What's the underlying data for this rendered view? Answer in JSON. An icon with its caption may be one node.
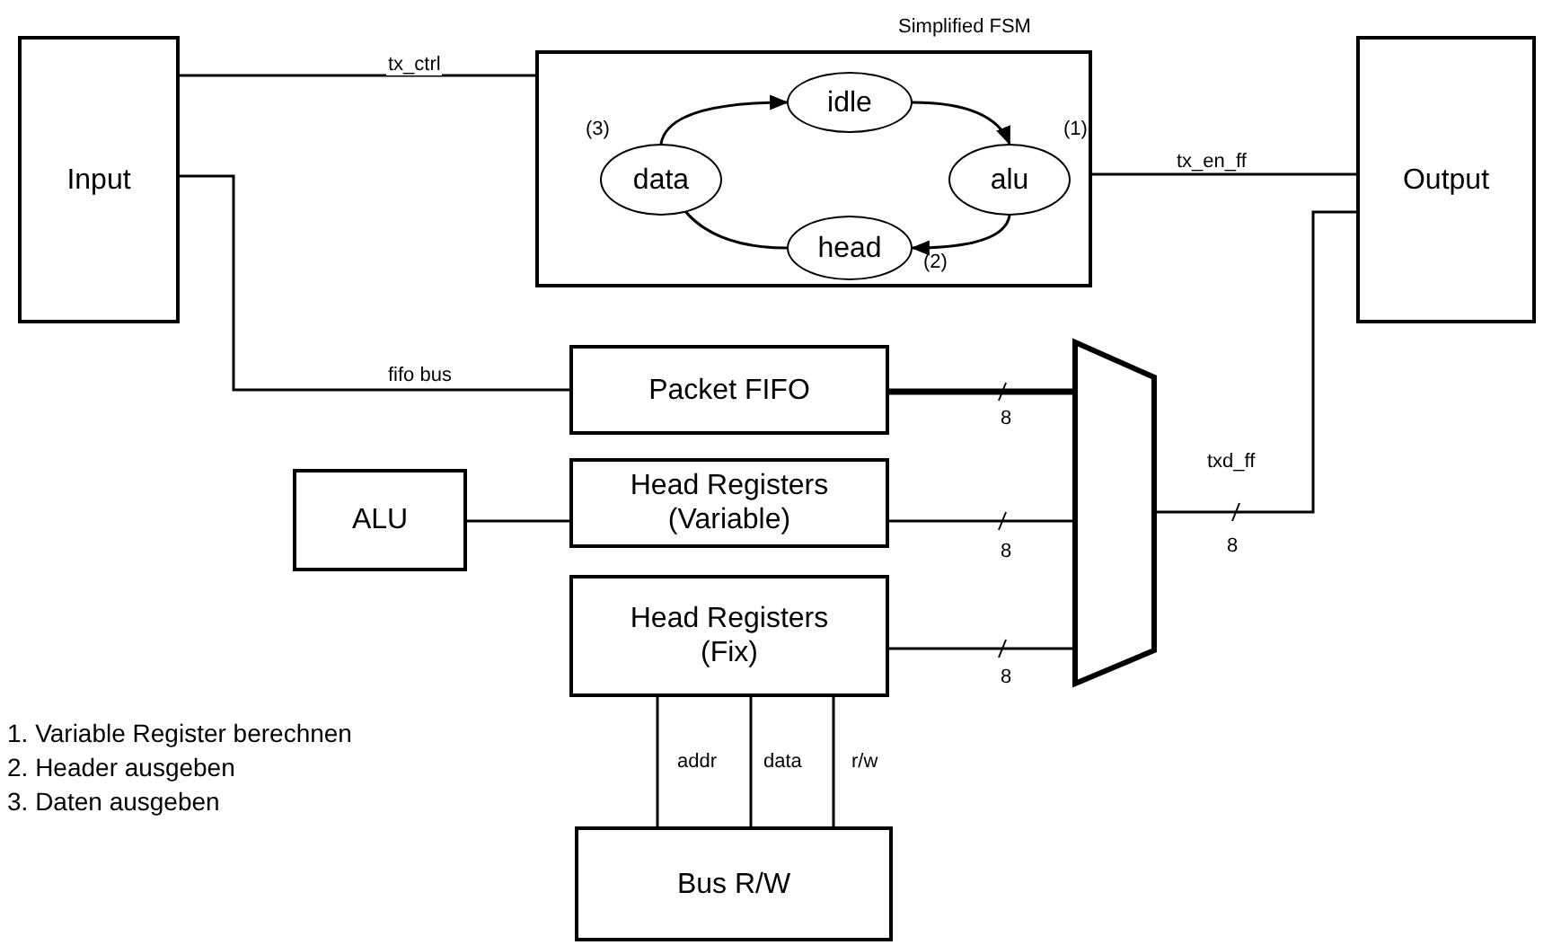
{
  "diagram": {
    "nodes": [
      {
        "text": [
          "Input"
        ]
      },
      {
        "text": [],
        "shape": "box",
        "beside": [
          "Simplified FSM"
        ]
      },
      {
        "text": [
          "idle"
        ],
        "in": 1
      },
      {
        "text": [
          "alu"
        ],
        "in": 1,
        "beside": [
          "(1)"
        ]
      },
      {
        "text": [
          "head"
        ],
        "in": 1,
        "beside": [
          "(2)"
        ]
      },
      {
        "text": [
          "data"
        ],
        "in": 1,
        "beside": [
          "(3)"
        ]
      },
      {
        "text": [
          "Output"
        ]
      },
      {
        "text": [
          "Packet FIFO"
        ]
      },
      {
        "text": [
          "ALU"
        ]
      },
      {
        "text": [
          "Head Registers (Variable)"
        ]
      },
      {
        "text": [
          "Head Registers (Fix)"
        ]
      },
      {
        "text": [],
        "shape": "trapezoid"
      },
      {
        "text": [
          "Bus R/W"
        ]
      }
    ],
    "edges": [
      {
        "from": 0,
        "to": 1,
        "arrow": "none",
        "label": "tx_ctrl"
      },
      {
        "from": 1,
        "to": 6,
        "arrow": "none",
        "label": "tx_en_ff"
      },
      {
        "from": 0,
        "to": 7,
        "arrow": "none",
        "label": "fifo bus"
      },
      {
        "from": 7,
        "to": 11,
        "arrow": "none",
        "label": "8",
        "style": "thick"
      },
      {
        "from": 8,
        "to": 9,
        "arrow": "none"
      },
      {
        "from": 9,
        "to": 11,
        "arrow": "none",
        "label": "8"
      },
      {
        "from": 10,
        "to": 11,
        "arrow": "none",
        "label": "8"
      },
      {
        "from": 11,
        "to": 6,
        "arrow": "none",
        "label": "txd_ff"
      },
      {
        "from": 10,
        "to": 12,
        "arrow": "none",
        "label": "addr"
      },
      {
        "from": 10,
        "to": 12,
        "arrow": "none",
        "label": "data"
      },
      {
        "from": 10,
        "to": 12,
        "arrow": "none",
        "label": "r/w"
      },
      {
        "from": 2,
        "to": 3,
        "arrow": "to"
      },
      {
        "from": 3,
        "to": 4,
        "arrow": "to"
      },
      {
        "from": 4,
        "to": 5,
        "arrow": "to"
      },
      {
        "from": 5,
        "to": 2,
        "arrow": "to"
      }
    ],
    "labels": [
      "8",
      "1. Variable Register berechnen",
      "2. Header ausgeben",
      "3. Daten ausgeben"
    ]
  }
}
